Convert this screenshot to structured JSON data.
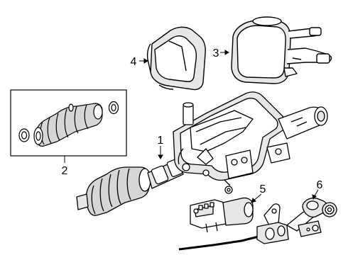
{
  "diagram": {
    "callouts": [
      {
        "id": "1",
        "label": "1"
      },
      {
        "id": "2",
        "label": "2"
      },
      {
        "id": "3",
        "label": "3"
      },
      {
        "id": "4",
        "label": "4"
      },
      {
        "id": "5",
        "label": "5"
      },
      {
        "id": "6",
        "label": "6"
      }
    ],
    "colors": {
      "stroke": "#000000",
      "fill": "#ffffff",
      "shade": "#e7e7e7",
      "mid": "#d6d6d6"
    },
    "parts": [
      {
        "icon": "steering-column-assembly-icon"
      },
      {
        "icon": "boot-kit-icon"
      },
      {
        "icon": "combination-switch-icon"
      },
      {
        "icon": "column-cover-icon"
      },
      {
        "icon": "lock-actuator-icon"
      },
      {
        "icon": "wiring-harness-icon"
      }
    ]
  }
}
